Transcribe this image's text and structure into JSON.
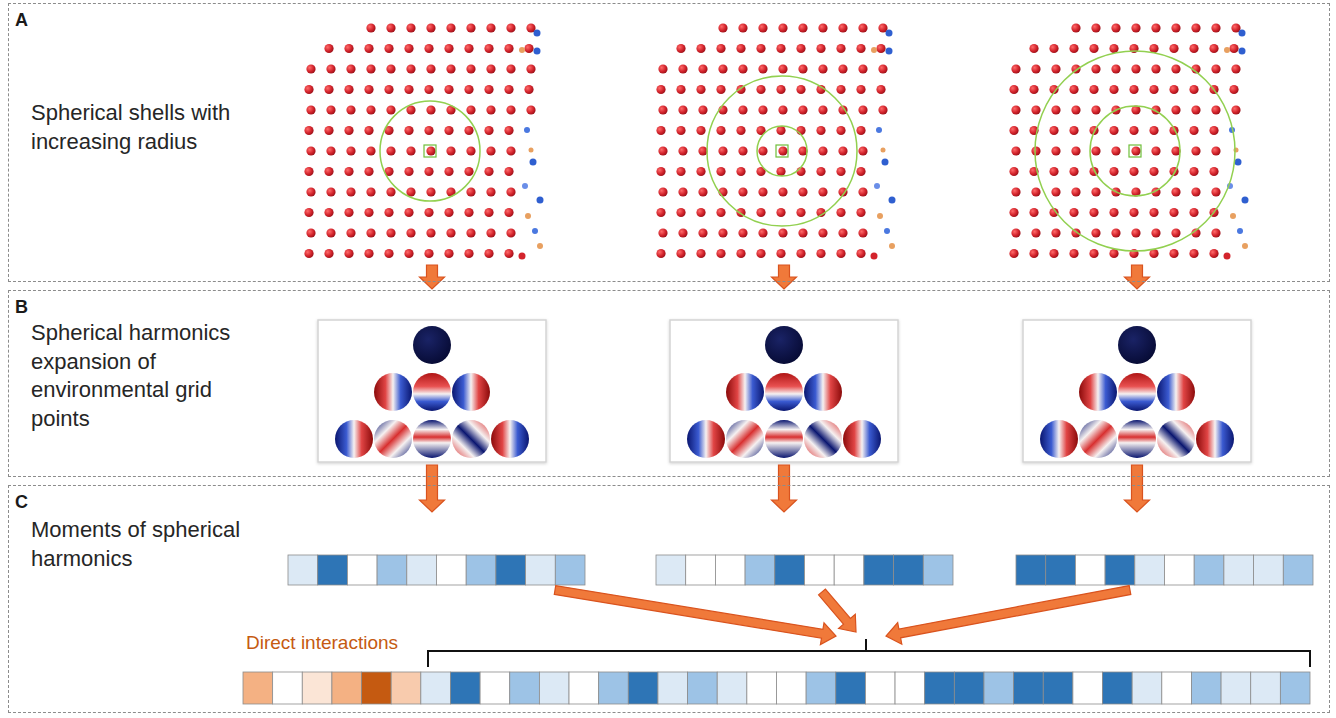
{
  "diagram": {
    "nodes": [
      {
        "text": [
          "A",
          "Spherical shells with increasing radius"
        ]
      },
      {
        "text": [
          "B",
          "Spherical harmonics expansion of environmental grid points"
        ]
      },
      {
        "text": [
          "C",
          "Moments of spherical harmonics"
        ]
      }
    ],
    "labels": [
      "Direct interactions"
    ]
  }
}
